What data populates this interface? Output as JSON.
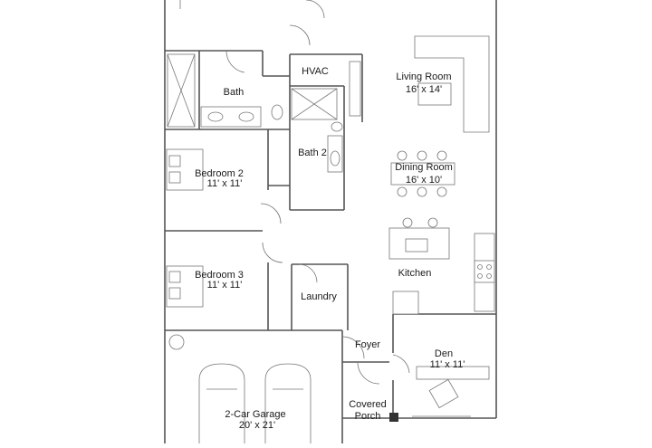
{
  "rooms": {
    "hvac": {
      "name": "HVAC"
    },
    "bath": {
      "name": "Bath"
    },
    "living": {
      "name": "Living Room",
      "size": "16' x 14'"
    },
    "bath2": {
      "name": "Bath 2"
    },
    "bedroom2": {
      "name": "Bedroom 2",
      "size": "11' x 11'"
    },
    "dining": {
      "name": "Dining Room",
      "size": "16' x 10'"
    },
    "kitchen": {
      "name": "Kitchen"
    },
    "bedroom3": {
      "name": "Bedroom 3",
      "size": "11' x 11'"
    },
    "laundry": {
      "name": "Laundry"
    },
    "foyer": {
      "name": "Foyer"
    },
    "den": {
      "name": "Den",
      "size": "11' x 11'"
    },
    "garage": {
      "name": "2-Car Garage",
      "size": "20' x 21'"
    },
    "porch": {
      "name": "Covered",
      "name_line2": "Porch"
    }
  }
}
